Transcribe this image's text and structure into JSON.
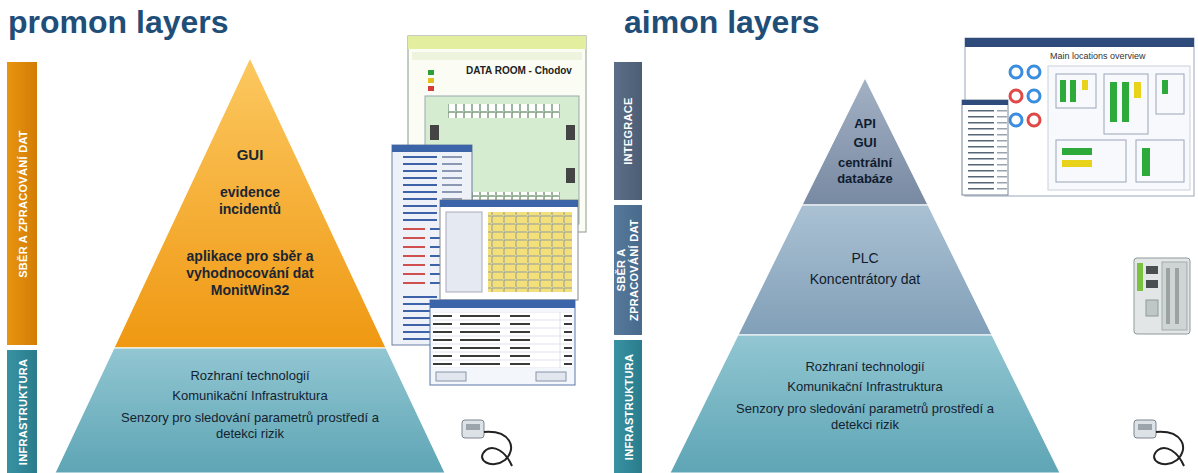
{
  "diagram": {
    "nodes": [
      {
        "text": [
          "SBĚR A ZPRACOVÁNÍ DAT"
        ]
      },
      {
        "text": [
          "INFRASTRUKTURA"
        ]
      },
      {
        "text": [
          "GUI",
          "evidence incidentů",
          "aplikace pro sběr a vyhodnocování dat MonitWin32"
        ]
      },
      {
        "text": [
          "Rozhraní technologií",
          "Komunikační Infrastruktura",
          "Senzory pro sledování parametrů prostředí a detekci rizik"
        ]
      },
      {
        "text": [
          "INTEGRACE"
        ]
      },
      {
        "text": [
          "SBĚR A ZPRACOVÁNÍ DAT"
        ]
      },
      {
        "text": [
          "INFRASTRUKTURA"
        ]
      },
      {
        "text": [
          "API",
          "GUI",
          "centrální databáze"
        ]
      },
      {
        "text": [
          "PLC",
          "Koncentrátory dat"
        ]
      },
      {
        "text": [
          "Rozhraní technologií",
          "Komunikační Infrastruktura",
          "Senzory pro sledování parametrů prostředí a detekci rizik"
        ]
      }
    ],
    "labels": [
      "promon layers",
      "DATA ROOM - Chodov",
      "aimon layers",
      "Main locations overview"
    ]
  }
}
